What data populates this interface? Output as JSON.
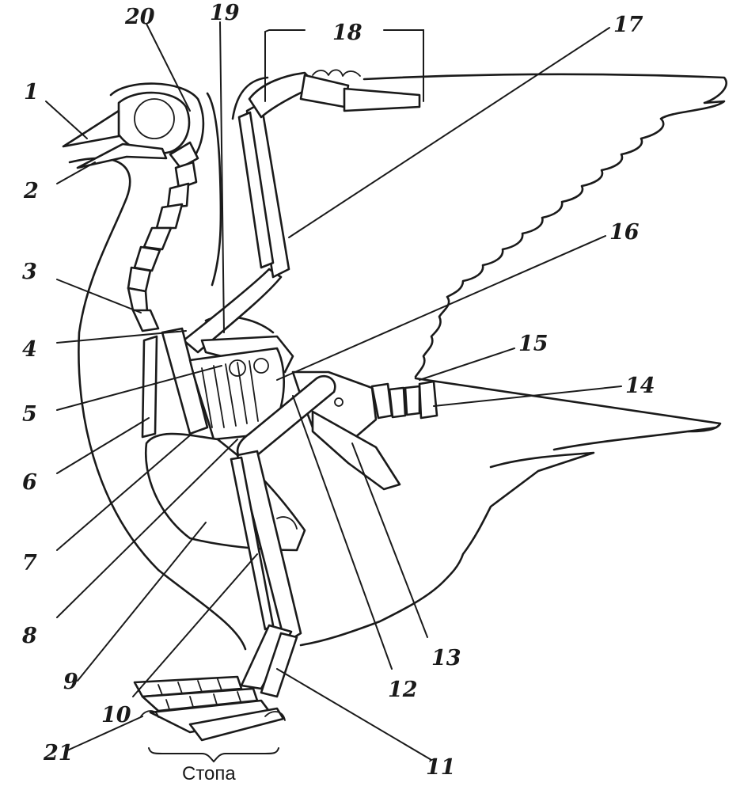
{
  "diagram": {
    "labels": [
      "1",
      "2",
      "3",
      "4",
      "5",
      "6",
      "7",
      "8",
      "9",
      "10",
      "11",
      "12",
      "13",
      "14",
      "15",
      "16",
      "17",
      "18",
      "19",
      "20",
      "21"
    ],
    "caption": "Стопа"
  },
  "colors": {
    "ink": "#1a1a1a",
    "background": "#ffffff"
  }
}
